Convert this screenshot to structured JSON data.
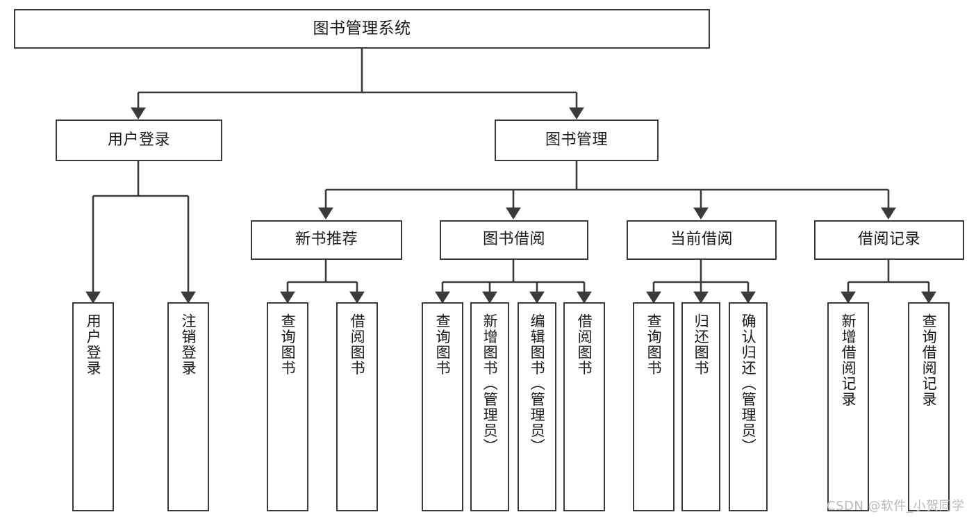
{
  "diagram": {
    "title": "图书管理系统",
    "watermark": "CSDN @软件_小贺同学",
    "line_color": "#3a3a3a",
    "text_color": "#1a1a1a",
    "background": "#ffffff",
    "nodes": {
      "root": "图书管理系统",
      "level1": [
        "用户登录",
        "图书管理"
      ],
      "level2": [
        "新书推荐",
        "图书借阅",
        "当前借阅",
        "借阅记录"
      ],
      "leaves": [
        "用户登录",
        "注销登录",
        "查询图书",
        "借阅图书",
        "查询图书",
        "新增图书（管理员）",
        "编辑图书（管理员）",
        "借阅图书",
        "查询图书",
        "归还图书",
        "确认归还（管理员）",
        "新增借阅记录",
        "查询借阅记录"
      ]
    }
  }
}
